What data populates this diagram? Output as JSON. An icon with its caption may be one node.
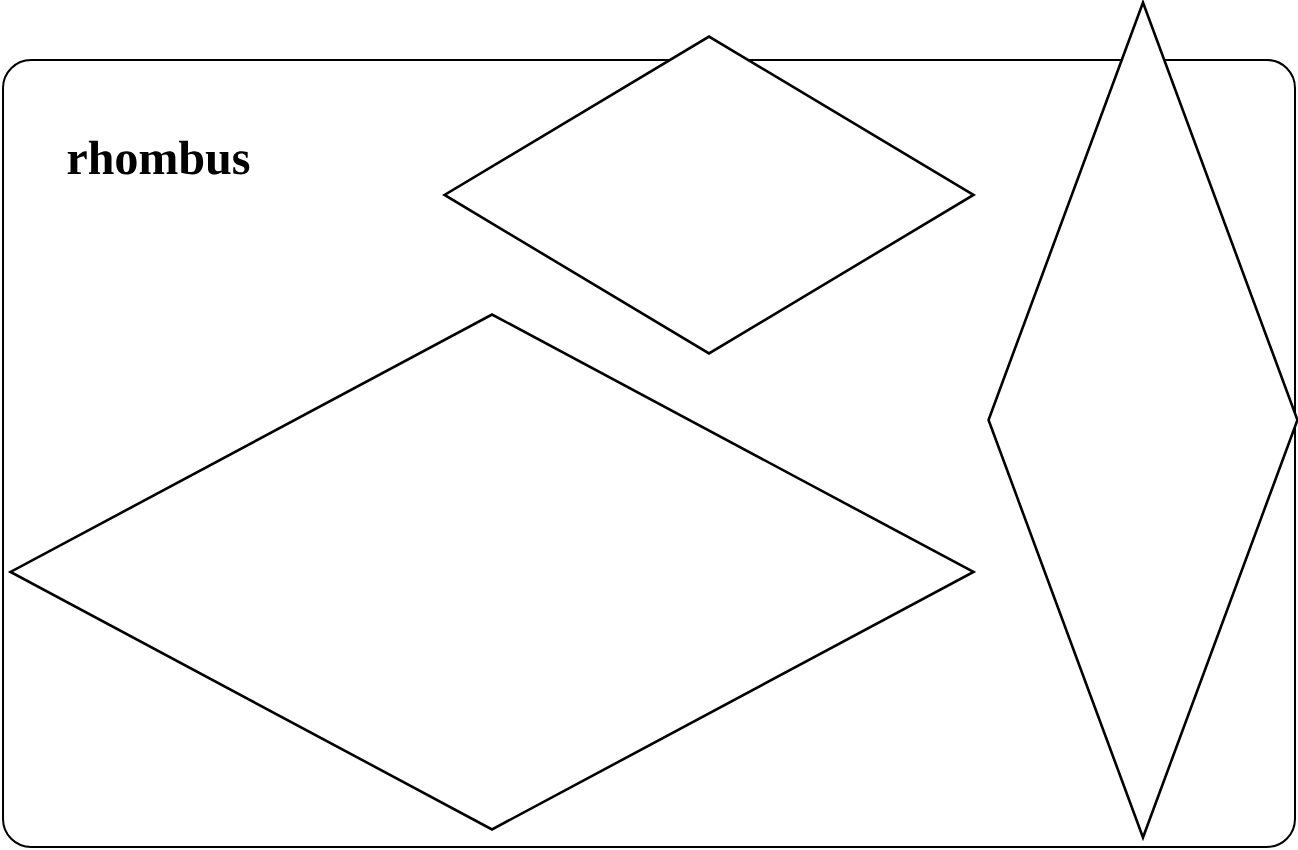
{
  "diagram": {
    "title": "rhombus",
    "nodes": [
      {
        "text": [],
        "shape": "diamond"
      },
      {
        "text": [],
        "shape": "diamond"
      },
      {
        "text": [],
        "shape": "diamond"
      }
    ]
  }
}
